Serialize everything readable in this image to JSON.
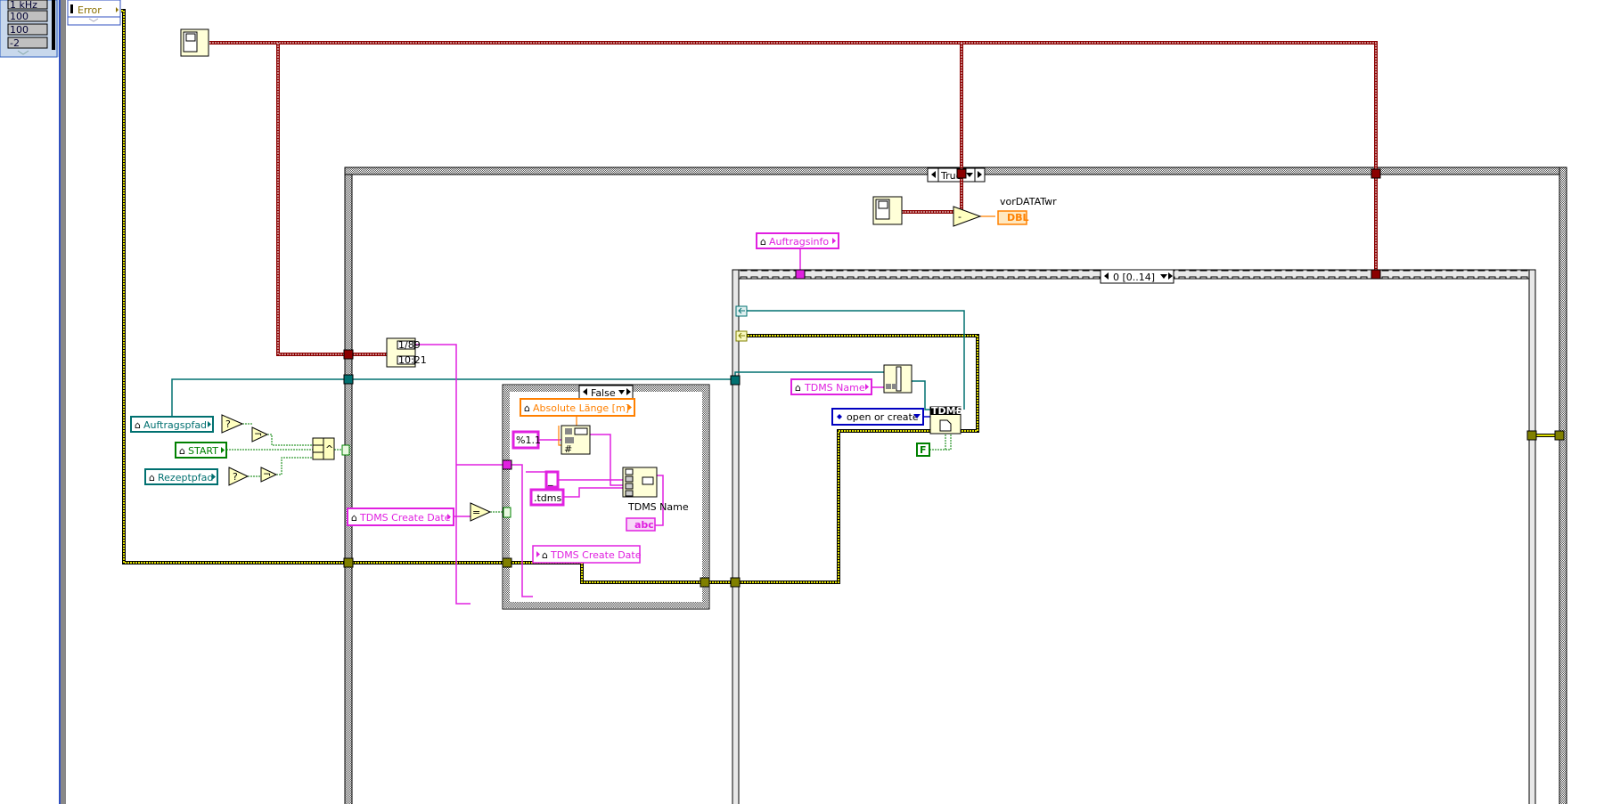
{
  "left_panel": {
    "values": [
      "1 kHz",
      "100",
      "100",
      "-2"
    ]
  },
  "error_cluster": {
    "label": "Error"
  },
  "case_outer": {
    "selector": "True"
  },
  "case_inner": {
    "selector": "False"
  },
  "sequence": {
    "selector": "0 [0..14]"
  },
  "controls": {
    "auftragspfad": "Auftragspfad",
    "start": "START",
    "rezeptpfad": "Rezeptpfad",
    "tdms_create_date": "TDMS Create Date",
    "absolute_laenge": "Absolute Länge [m]",
    "tdms_create_date_write": "TDMS Create Date",
    "auftragsinfo": "Auftragsinfo",
    "tdms_name_local": "TDMS Name",
    "open_or_create": "open or create"
  },
  "constants": {
    "format": "%1.1",
    "underscore": "_",
    "extension": ".tdms",
    "false_const": "F"
  },
  "indicators": {
    "tdms_name_label": "TDMS Name",
    "tdms_name_type": "abc",
    "vordatatwr_label": "vorDATATwr",
    "vordatatwr_type": "DBL"
  },
  "nodes": {
    "tdms_open_header": "TDMS",
    "format_date_top": "1/89",
    "format_date_bottom": "10:21"
  },
  "colors": {
    "error_wire": "#c8c800",
    "timestamp_wire": "#8b0000",
    "string_wire": "#e020e0",
    "path_wire": "#007070",
    "bool_wire": "#008000",
    "dbl_wire": "#ff8000",
    "enum_wire": "#0000c0"
  }
}
